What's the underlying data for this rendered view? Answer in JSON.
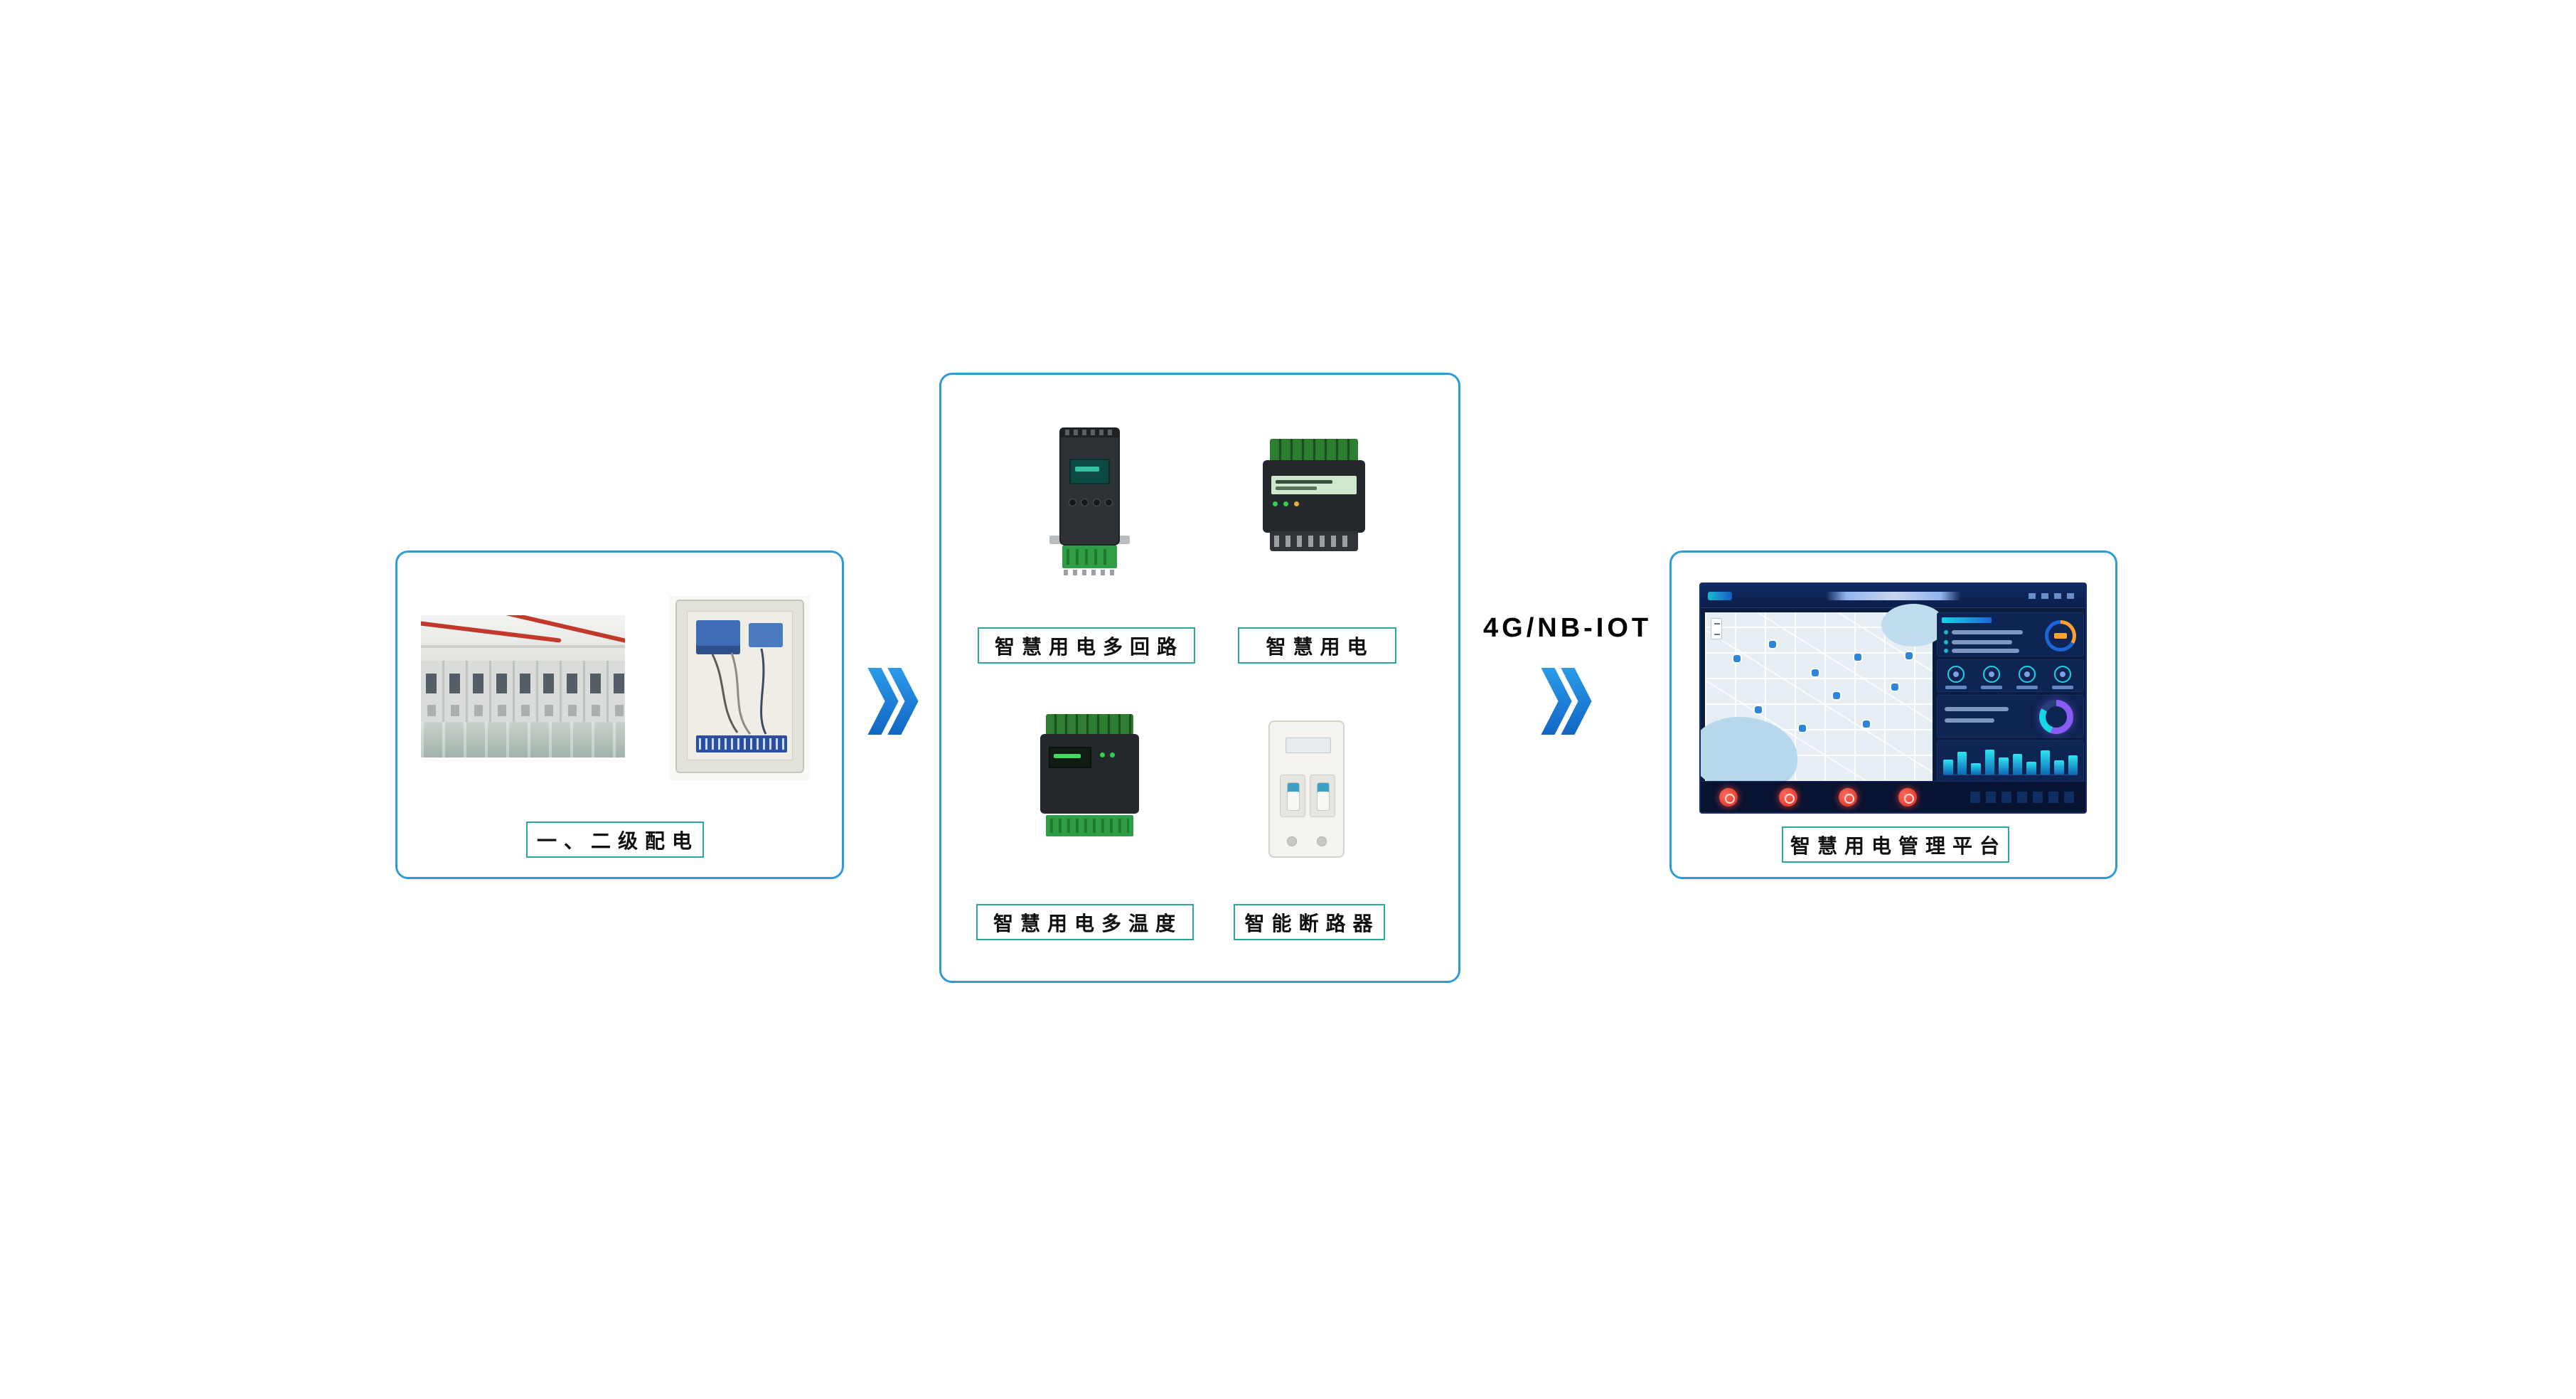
{
  "stage_distribution": {
    "label": "一、二级配电",
    "photos": [
      {
        "name": "switchgear-room-photo"
      },
      {
        "name": "distribution-cabinet-photo"
      }
    ]
  },
  "stage_devices": {
    "devices": [
      {
        "label": "智慧用电多回路"
      },
      {
        "label": "智慧用电"
      },
      {
        "label": "智慧用电多温度"
      },
      {
        "label": "智能断路器"
      }
    ]
  },
  "network": {
    "label": "4G/NB-IOT"
  },
  "stage_platform": {
    "label": "智慧用电管理平台",
    "dashboard": {
      "bar_heights": [
        55,
        82,
        40,
        90,
        62,
        74,
        46,
        86,
        52,
        70
      ]
    }
  },
  "icons": {
    "flow_arrow": "double-chevron-right"
  },
  "colors": {
    "panel_border": "#2e9bd6",
    "chip_border": "#2aa79e",
    "arrow_blue": "#1e82dc",
    "dashboard_bg": "#0b1c3e",
    "dashboard_accent": "#19d4e8",
    "alarm_red": "#e23c30"
  }
}
